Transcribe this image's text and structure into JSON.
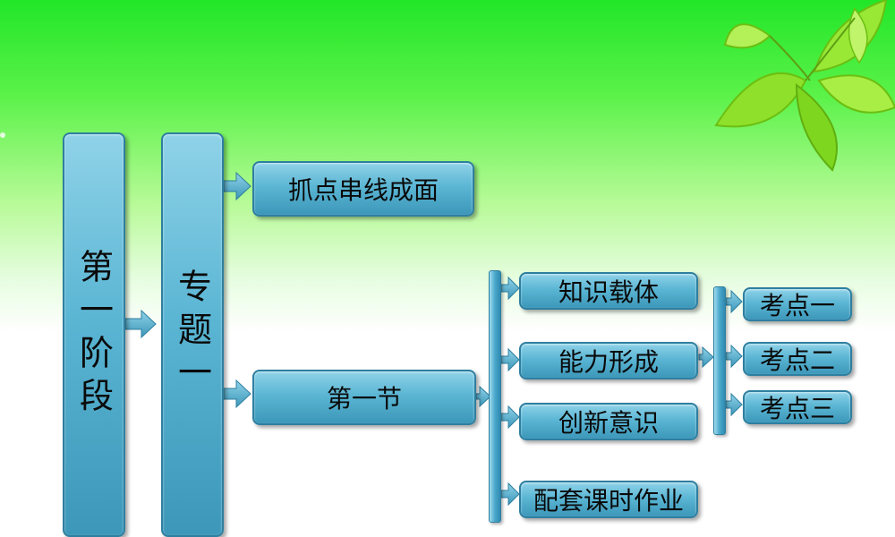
{
  "diagram": {
    "stage": "第一阶段",
    "topic": "专题一",
    "branch_top": "抓点串线成面",
    "section": "第一节",
    "parts": [
      "知识载体",
      "能力形成",
      "创新意识",
      "配套课时作业"
    ],
    "points": [
      "考点一",
      "考点二",
      "考点三"
    ]
  },
  "colors": {
    "box_fill": "#5bb6d4",
    "box_border": "#2e7fa0",
    "background_top": "#22e628",
    "background_bottom": "#ffffff"
  }
}
